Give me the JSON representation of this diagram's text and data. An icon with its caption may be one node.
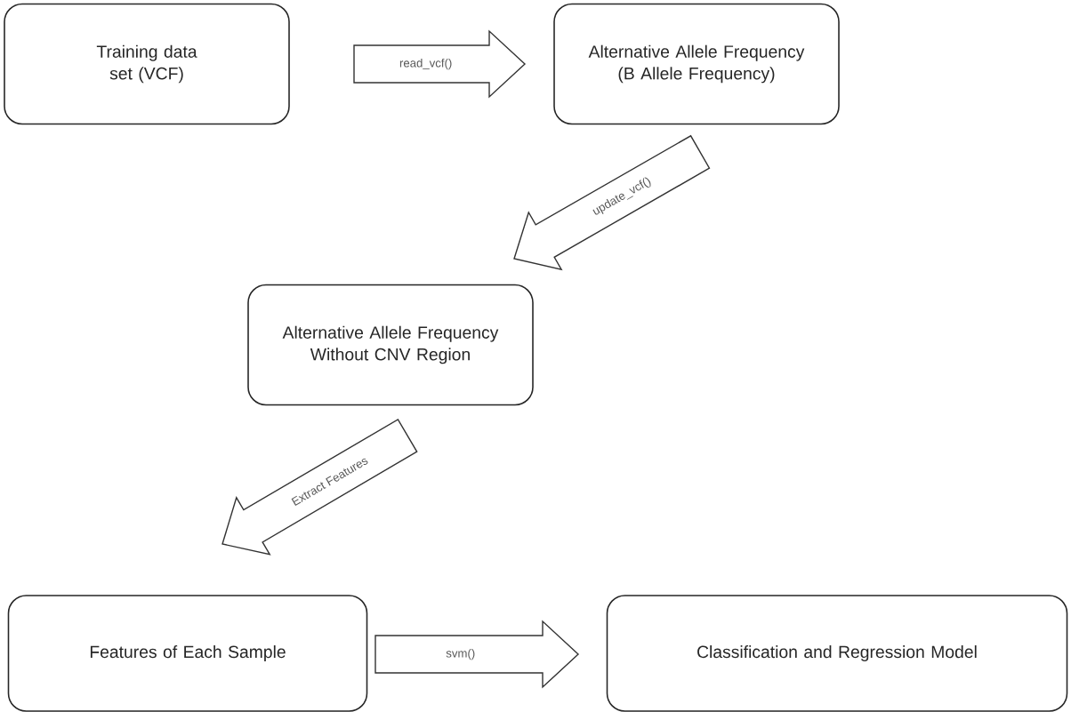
{
  "diagram": {
    "nodes": [
      {
        "text": [
          "Training data set (VCF)"
        ]
      },
      {
        "text": [
          "Alternative Allele Frequency (B Allele Frequency)"
        ]
      },
      {
        "text": [
          "Alternative Allele Frequency Without CNV Region"
        ]
      },
      {
        "text": [
          "Features of Each Sample"
        ]
      },
      {
        "text": [
          "Classification and Regression Model"
        ]
      }
    ],
    "edges": [
      {
        "from": 0,
        "to": 1,
        "arrow": "to",
        "label": "read_vcf()"
      },
      {
        "from": 1,
        "to": 2,
        "arrow": "to",
        "label": "update_vcf()"
      },
      {
        "from": 2,
        "to": 3,
        "arrow": "to",
        "label": "Extract Features"
      },
      {
        "from": 3,
        "to": 4,
        "arrow": "to",
        "label": "svm()"
      }
    ]
  }
}
